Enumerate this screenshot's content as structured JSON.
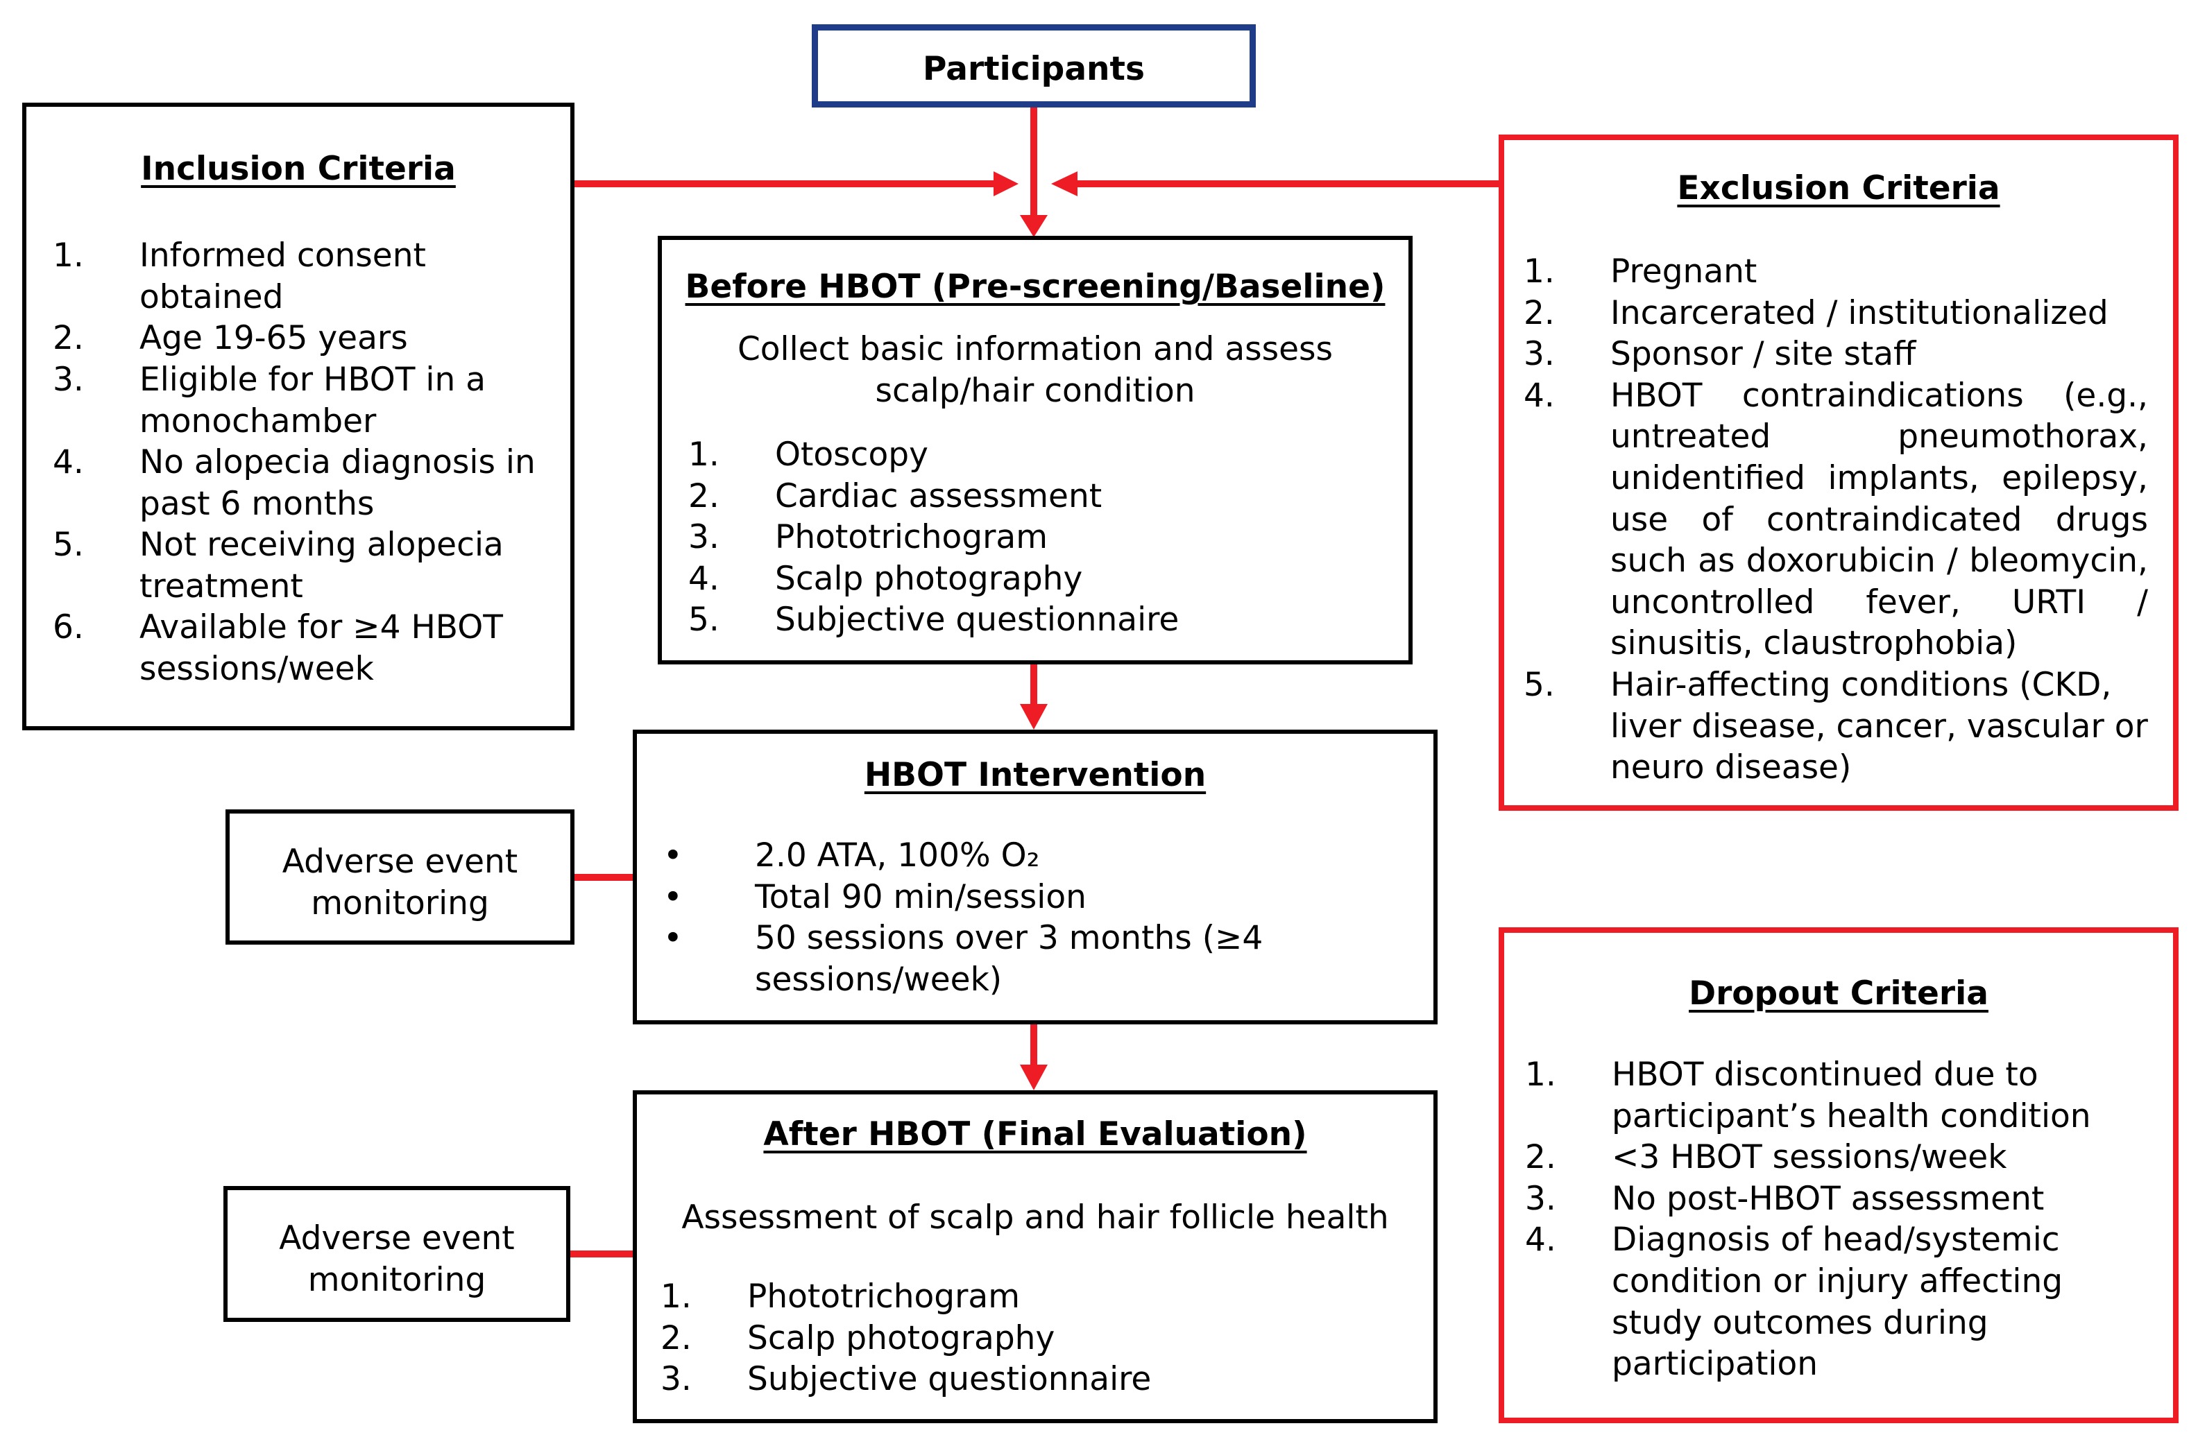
{
  "participants": {
    "label": "Participants"
  },
  "inclusion": {
    "title": "Inclusion Criteria",
    "items": [
      {
        "num": "1.",
        "text": "Informed consent obtained"
      },
      {
        "num": "2.",
        "text": "Age 19-65 years"
      },
      {
        "num": "3.",
        "text": "Eligible for HBOT in a monochamber"
      },
      {
        "num": "4.",
        "text": "No alopecia diagnosis in past 6 months"
      },
      {
        "num": "5.",
        "text": "Not receiving alopecia treatment"
      },
      {
        "num": "6.",
        "text": "Available for ≥4 HBOT sessions/week"
      }
    ]
  },
  "exclusion": {
    "title": "Exclusion Criteria",
    "items": [
      {
        "num": "1.",
        "text": "Pregnant"
      },
      {
        "num": "2.",
        "text": "Incarcerated / institutionalized"
      },
      {
        "num": "3.",
        "text": "Sponsor / site staff"
      },
      {
        "num": "4.",
        "text": "HBOT contraindications (e.g., untreated pneumothorax, unidentified implants, epilepsy, use of contraindicated drugs such as doxorubicin / bleomycin, uncontrolled fever, URTI / sinusitis, claustrophobia)"
      },
      {
        "num": "5.",
        "text": "Hair-affecting conditions (CKD, liver disease, cancer, vascular or neuro disease)"
      }
    ]
  },
  "before": {
    "title": "Before HBOT (Pre-screening/Baseline)",
    "intro": "Collect basic information and assess scalp/hair condition",
    "items": [
      {
        "num": "1.",
        "text": "Otoscopy"
      },
      {
        "num": "2.",
        "text": "Cardiac assessment"
      },
      {
        "num": "3.",
        "text": "Phototrichogram"
      },
      {
        "num": "4.",
        "text": "Scalp photography"
      },
      {
        "num": "5.",
        "text": "Subjective questionnaire"
      }
    ]
  },
  "intervention": {
    "title": "HBOT Intervention",
    "items": [
      {
        "num": "•",
        "text": "2.0 ATA, 100% O₂"
      },
      {
        "num": "•",
        "text": "Total 90 min/session"
      },
      {
        "num": "•",
        "text": "50 sessions over 3 months (≥4 sessions/week)"
      }
    ]
  },
  "after": {
    "title": "After HBOT (Final Evaluation)",
    "intro": "Assessment of scalp and hair follicle health",
    "items": [
      {
        "num": "1.",
        "text": "Phototrichogram"
      },
      {
        "num": "2.",
        "text": "Scalp photography"
      },
      {
        "num": "3.",
        "text": "Subjective questionnaire"
      }
    ]
  },
  "adverse1": {
    "label": "Adverse event monitoring"
  },
  "adverse2": {
    "label": "Adverse event monitoring"
  },
  "dropout": {
    "title": "Dropout Criteria",
    "items": [
      {
        "num": "1.",
        "text": "HBOT discontinued due to participant’s health condition"
      },
      {
        "num": "2.",
        "text": "<3 HBOT sessions/week"
      },
      {
        "num": "3.",
        "text": "No post-HBOT assessment"
      },
      {
        "num": "4.",
        "text": "Diagnosis of head/systemic condition or injury affecting study outcomes during participation"
      }
    ]
  },
  "colors": {
    "arrow": "#ee1c25",
    "participants_border": "#1f3c88",
    "box_border": "#000000",
    "criteria_border": "#ee1c25"
  }
}
